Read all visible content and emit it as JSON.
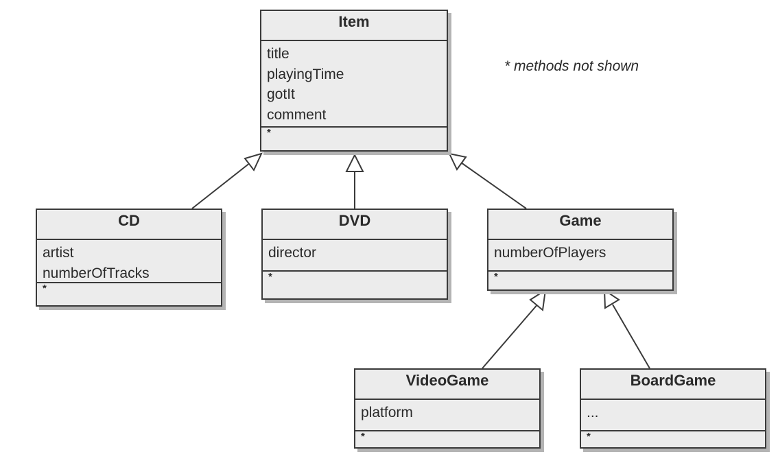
{
  "note": "* methods not shown",
  "classes": {
    "item": {
      "name": "Item",
      "attributes": [
        "title",
        "playingTime",
        "gotIt",
        "comment"
      ],
      "methods": "*"
    },
    "cd": {
      "name": "CD",
      "attributes": [
        "artist",
        "numberOfTracks"
      ],
      "methods": "*"
    },
    "dvd": {
      "name": "DVD",
      "attributes": [
        "director"
      ],
      "methods": "*"
    },
    "game": {
      "name": "Game",
      "attributes": [
        "numberOfPlayers"
      ],
      "methods": "*"
    },
    "videogame": {
      "name": "VideoGame",
      "attributes": [
        "platform"
      ],
      "methods": "*"
    },
    "boardgame": {
      "name": "BoardGame",
      "attributes": [
        "..."
      ],
      "methods": "*"
    }
  },
  "colors": {
    "box_fill": "#ececec",
    "border": "#3a3a3a",
    "shadow": "#b4b4b4"
  }
}
